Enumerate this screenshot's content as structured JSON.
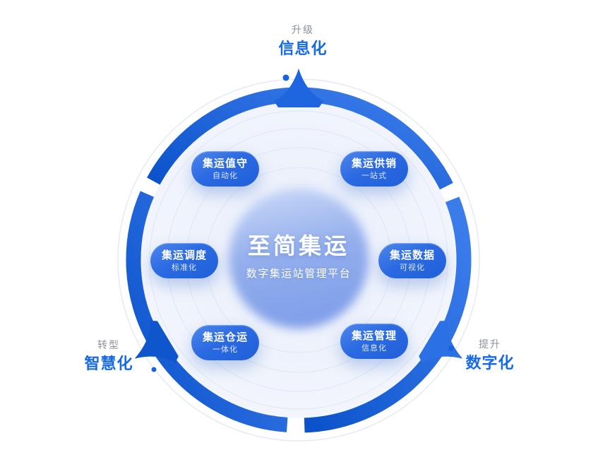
{
  "center": {
    "title": "至简集运",
    "subtitle": "数字集运站管理平台"
  },
  "modules": [
    {
      "name": "集运值守",
      "feature": "自动化"
    },
    {
      "name": "集运供销",
      "feature": "一站式"
    },
    {
      "name": "集运调度",
      "feature": "标准化"
    },
    {
      "name": "集运数据",
      "feature": "可视化"
    },
    {
      "name": "集运仓运",
      "feature": "一体化"
    },
    {
      "name": "集运管理",
      "feature": "信息化"
    }
  ],
  "directions": {
    "top": {
      "action": "升级",
      "result": "信息化"
    },
    "bottom_left": {
      "action": "转型",
      "result": "智慧化"
    },
    "bottom_right": {
      "action": "提升",
      "result": "数字化"
    }
  },
  "colors": {
    "ring_blue": "#1b63dc",
    "accent_text_blue": "#176ae6",
    "muted_gray": "#8b9199",
    "pill_blue_start": "#4e86ec",
    "pill_blue_end": "#1f5fd8",
    "center_blob_top": "#c6d6f8",
    "center_blob_bottom": "#7f9fe9"
  }
}
